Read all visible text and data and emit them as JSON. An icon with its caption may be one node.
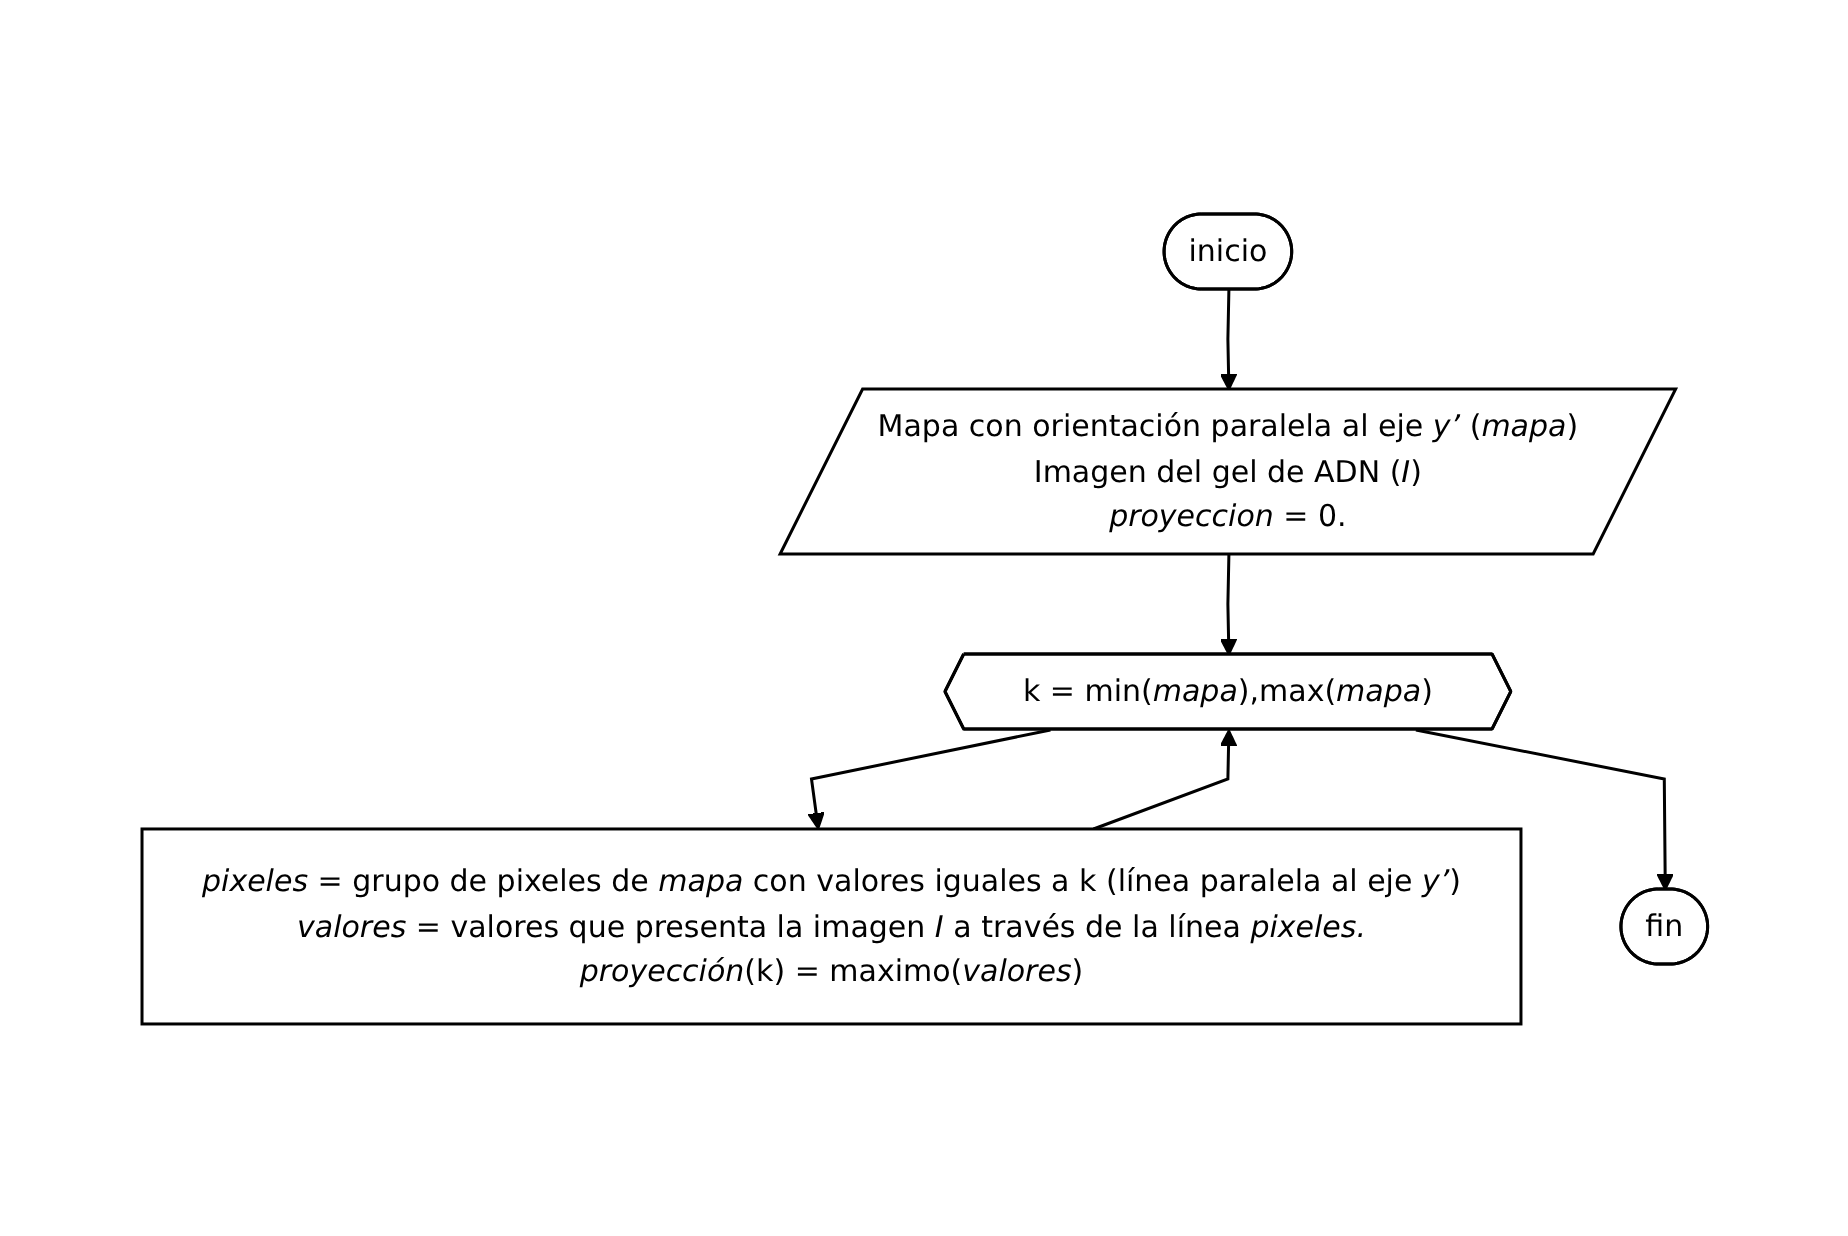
{
  "diagram": {
    "nodes": [
      {
        "text": [
          "inicio"
        ]
      },
      {
        "text": [
          "Mapa con orientación paralela al eje *y’* (*mapa*)",
          "Imagen del gel de ADN (*I*)",
          "*proyeccion* = 0."
        ]
      },
      {
        "text": [
          "k = min(*mapa*),max(*mapa*)"
        ]
      },
      {
        "text": [
          "*pixeles* = grupo de pixeles de *mapa* con valores iguales a k (línea paralela al eje *y’*)",
          "*valores* = valores que presenta la imagen *I* a través de la línea *pixeles.*",
          "*proyección*(k) = maximo(*valores*)"
        ]
      },
      {
        "text": [
          "fin"
        ]
      }
    ],
    "edges": [
      {
        "from": 0,
        "to": 1,
        "arrow": "to"
      },
      {
        "from": 1,
        "to": 2,
        "arrow": "to"
      },
      {
        "from": 2,
        "to": 3,
        "arrow": "to"
      },
      {
        "from": 3,
        "to": 2,
        "arrow": "to"
      },
      {
        "from": 2,
        "to": 4,
        "arrow": "to"
      }
    ]
  }
}
